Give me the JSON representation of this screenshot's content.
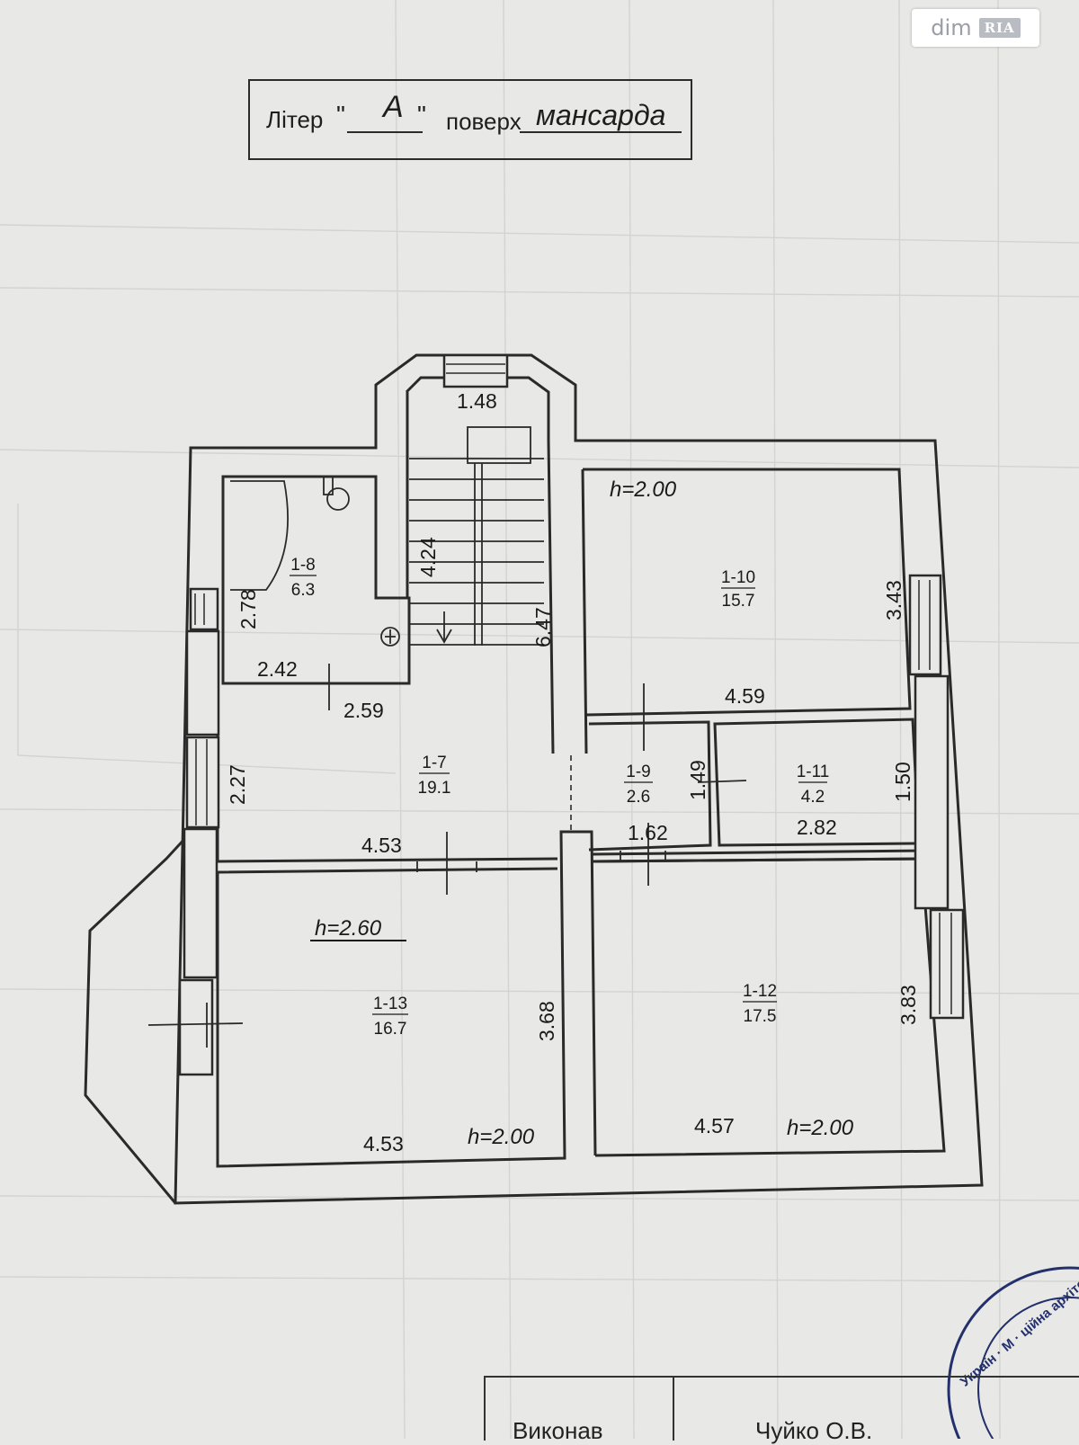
{
  "header": {
    "liter_label": "Літер",
    "open_quote": "\"",
    "liter_value": "А",
    "close_quote": "\"",
    "floor_label": "поверх",
    "floor_value": "мансарда"
  },
  "watermark": {
    "brand": "dim",
    "brand_badge": "RIA"
  },
  "rooms": [
    {
      "id": "1-8",
      "area": "6.3"
    },
    {
      "id": "1-7",
      "area": "19.1"
    },
    {
      "id": "1-9",
      "area": "2.6"
    },
    {
      "id": "1-10",
      "area": "15.7"
    },
    {
      "id": "1-11",
      "area": "4.2"
    },
    {
      "id": "1-12",
      "area": "17.5"
    },
    {
      "id": "1-13",
      "area": "16.7"
    }
  ],
  "heights": {
    "room_1_10": "h=2.00",
    "room_1_13_upper": "h=2.60",
    "room_1_13_lower": "h=2.00",
    "room_1_12": "h=2.00"
  },
  "dimensions": {
    "stair_top": "1.48",
    "stair_width": "4.24",
    "stair_length": "6.47",
    "r18_height": "2.78",
    "r18_bottom": "2.42",
    "r17_top": "2.59",
    "r17_left": "2.27",
    "r17_bottom": "4.53",
    "r110_right": "3.43",
    "r110_bottom": "4.59",
    "r19_height": "1.49",
    "r19_bottom": "1.62",
    "r111_right": "1.50",
    "r111_bottom": "2.82",
    "r113_right": "3.68",
    "r113_bottom": "4.53",
    "r112_right": "3.83",
    "r112_bottom": "4.57"
  },
  "footer": {
    "left_text": "Виконав",
    "right_text": "Чуйко О.В."
  },
  "stamp": {
    "text": "Україн · М · ційна архітектурно · УКРА"
  },
  "colors": {
    "wall": "#2a2a2a",
    "paper": "#e8e9e6",
    "stamp": "#23306b"
  }
}
